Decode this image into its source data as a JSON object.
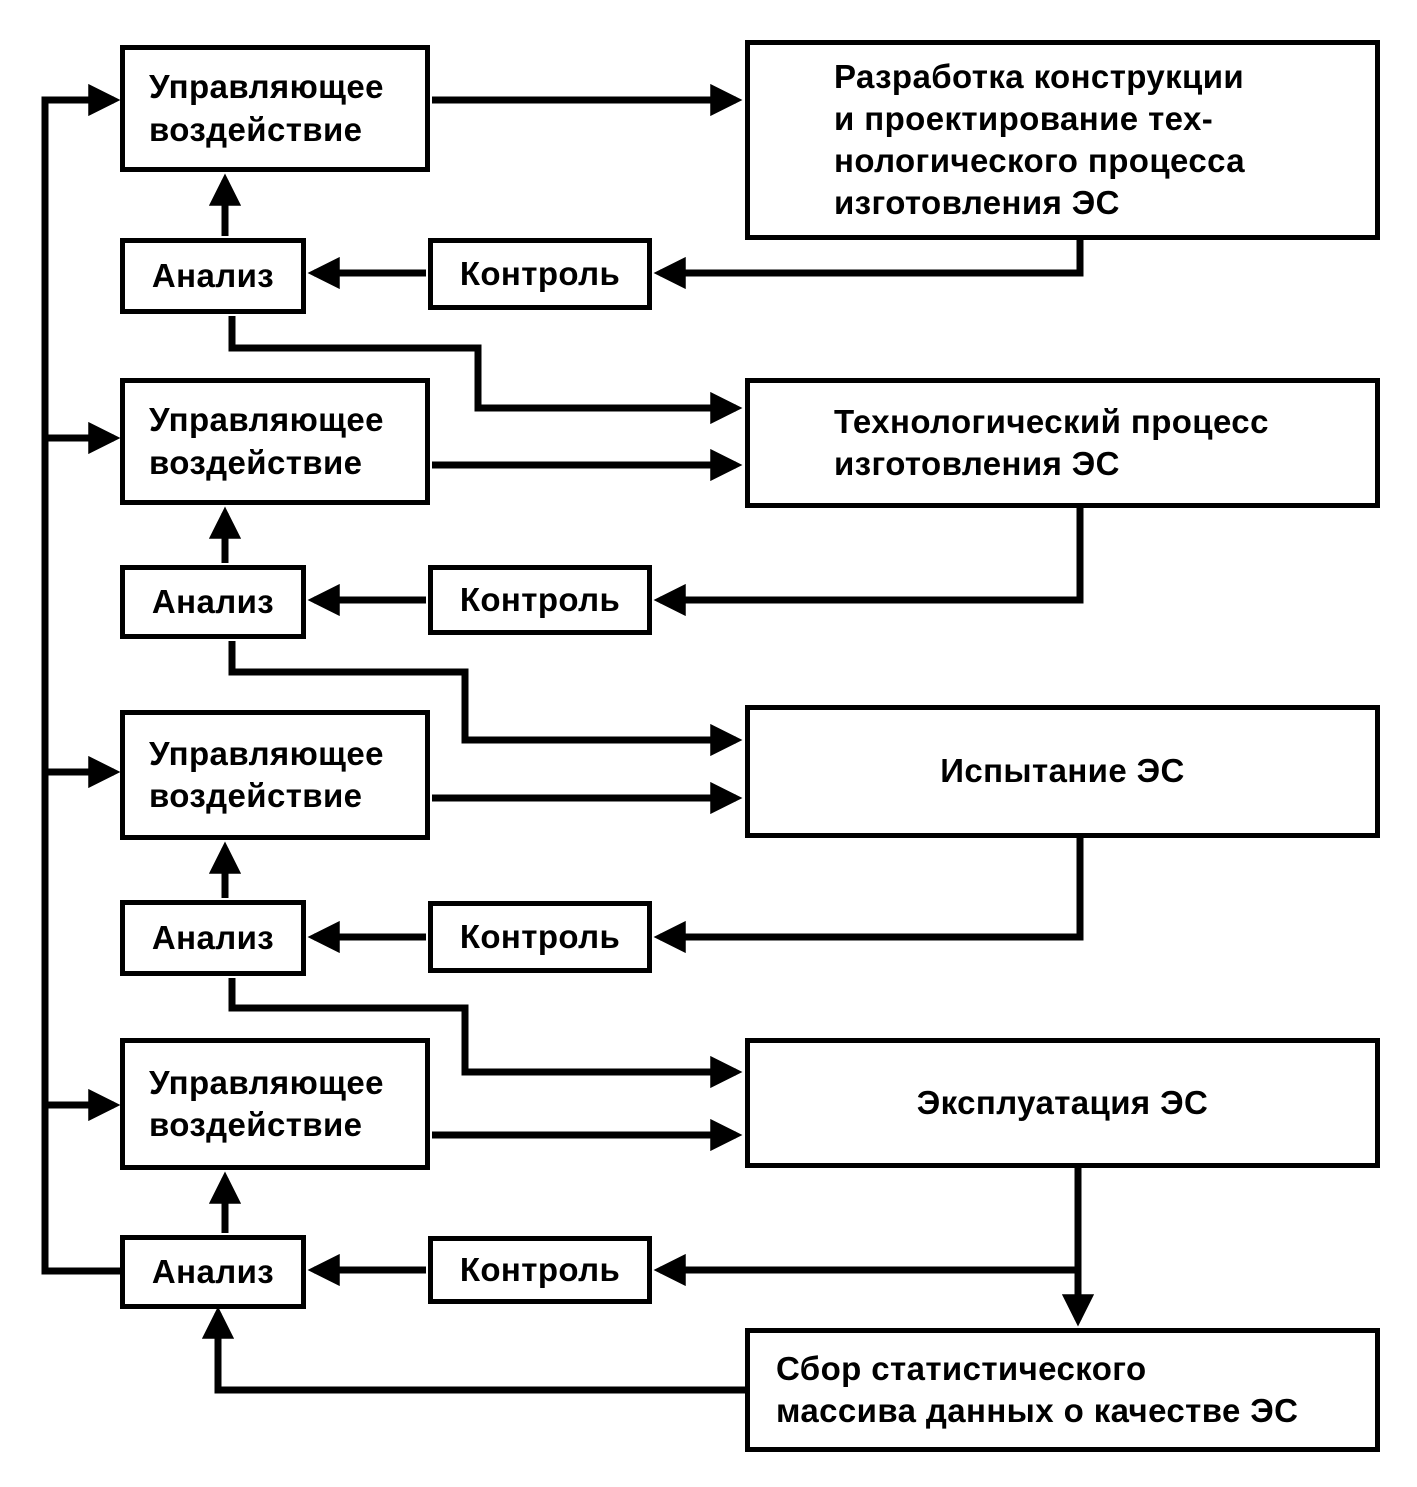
{
  "diagram": {
    "colors": {
      "ink": "#000000",
      "paper": "#ffffff"
    },
    "tiers": [
      {
        "control_action": "Управляющее\nвоздействие",
        "analysis": "Анализ",
        "control": "Контроль",
        "process": "Разработка конструкции\nи проектирование тех-\nнологического процесса\nизготовления ЭС"
      },
      {
        "control_action": "Управляющее\nвоздействие",
        "analysis": "Анализ",
        "control": "Контроль",
        "process": "Технологический процесс\nизготовления ЭС"
      },
      {
        "control_action": "Управляющее\nвоздействие",
        "analysis": "Анализ",
        "control": "Контроль",
        "process": "Испытание ЭС"
      },
      {
        "control_action": "Управляющее\nвоздействие",
        "analysis": "Анализ",
        "control": "Контроль",
        "process": "Эксплуатация ЭС"
      }
    ],
    "data_collection": "Сбор статистического\nмассива данных о качестве ЭС"
  }
}
